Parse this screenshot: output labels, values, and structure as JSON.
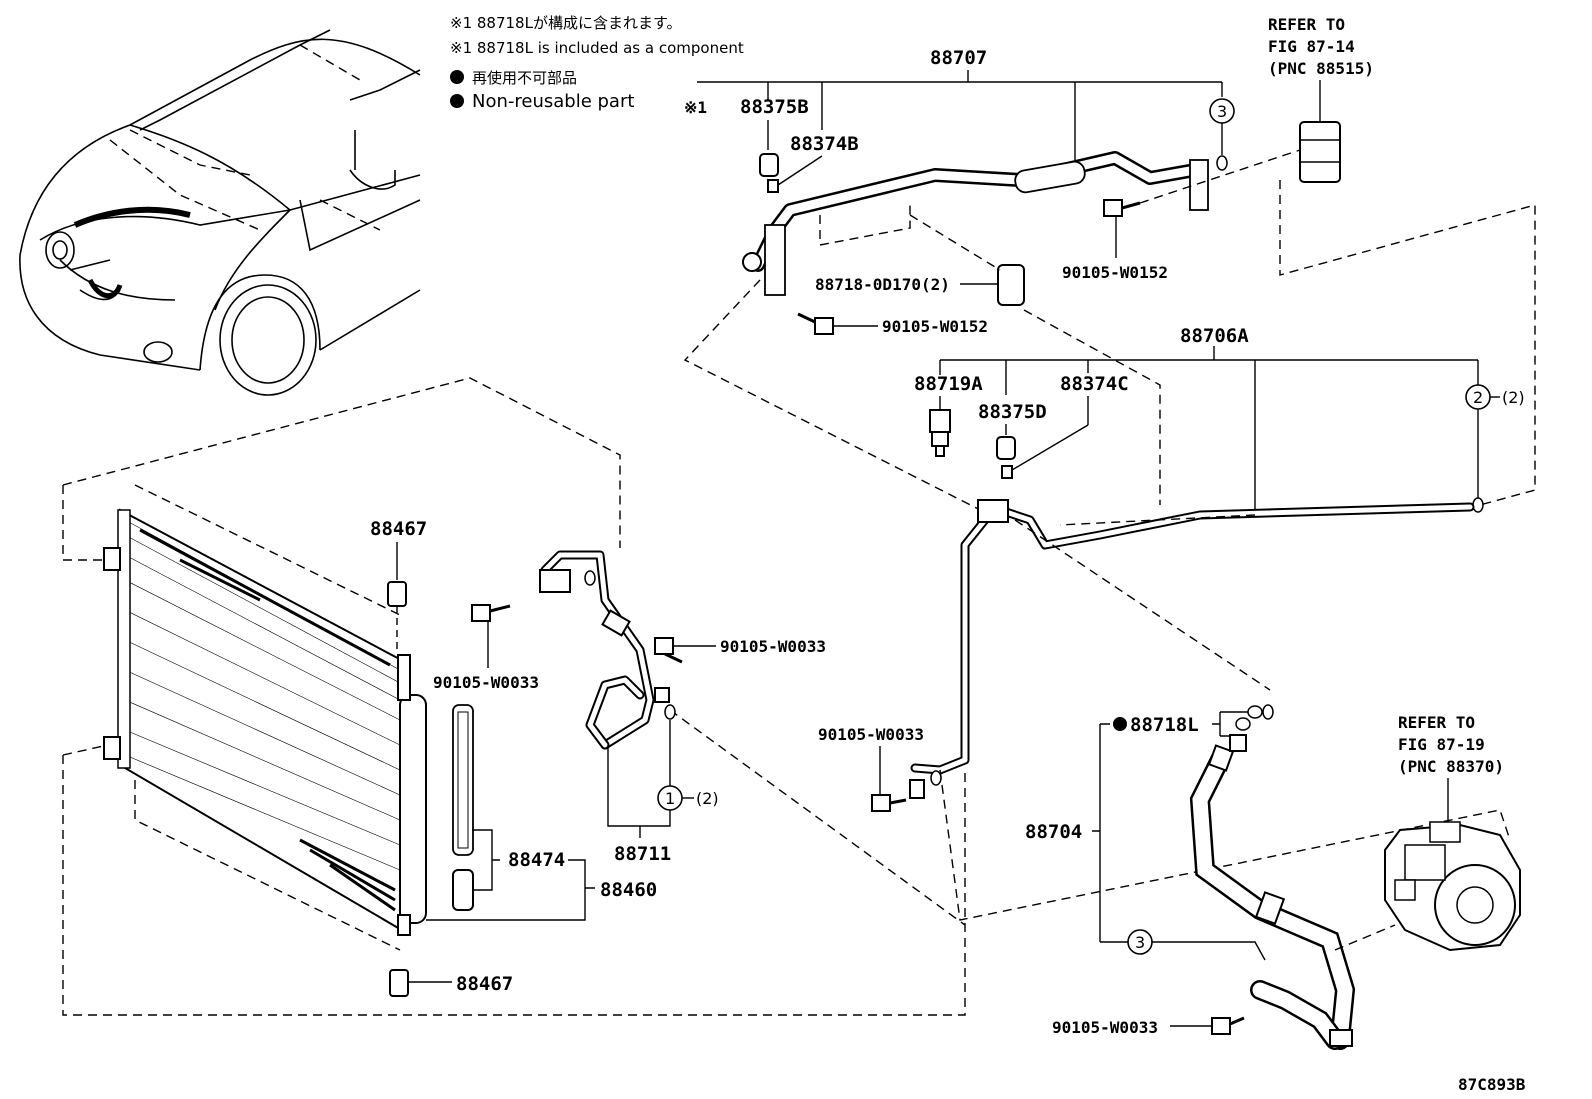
{
  "notes": {
    "line1_jp": "※1 88718Lが構成に含まれます。",
    "line1_en": "※1 88718L is included as a component",
    "line2_jp": "再使用不可部品",
    "line2_en": "Non-reusable part"
  },
  "refs": {
    "top": {
      "l1": "REFER TO",
      "l2": "FIG 87-14",
      "l3": "(PNC 88515)"
    },
    "bottom": {
      "l1": "REFER TO",
      "l2": "FIG 87-19",
      "l3": "(PNC 88370)"
    }
  },
  "parts": {
    "p88707": "88707",
    "p88375B": "88375B",
    "p88374B": "88374B",
    "mark1": "※1",
    "p88718_0D170": "88718-0D170(2)",
    "p90105_W0152_a": "90105-W0152",
    "p90105_W0152_b": "90105-W0152",
    "p88706A": "88706A",
    "p88719A": "88719A",
    "p88375D": "88375D",
    "p88374C": "88374C",
    "p88467_top": "88467",
    "p88467_bot": "88467",
    "p90105_W0033_a": "90105-W0033",
    "p90105_W0033_b": "90105-W0033",
    "p90105_W0033_c": "90105-W0033",
    "p90105_W0033_d": "90105-W0033",
    "p88474": "88474",
    "p88460": "88460",
    "p88711": "88711",
    "p88718L": "88718L",
    "p88704": "88704"
  },
  "callouts": {
    "c3": "3",
    "c2": "2",
    "c2_qty": "(2)",
    "c1": "1",
    "c1_qty": "(2)",
    "c3b": "3"
  },
  "figure_code": "87C893B"
}
